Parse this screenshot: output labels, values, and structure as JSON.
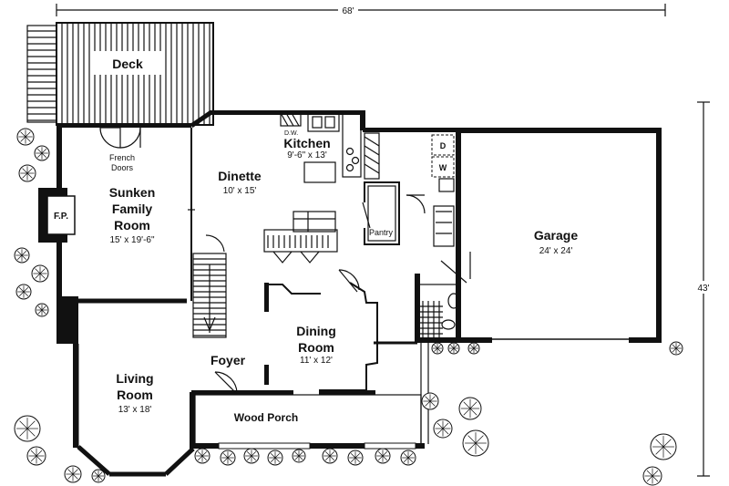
{
  "dimensions": {
    "overall_width": "68'",
    "overall_depth": "43'"
  },
  "rooms": {
    "deck": {
      "name": "Deck"
    },
    "kitchen": {
      "name": "Kitchen",
      "size": "9'-6\" x 13'"
    },
    "dinette": {
      "name": "Dinette",
      "size": "10' x 15'"
    },
    "family_room": {
      "name_line1": "Sunken",
      "name_line2": "Family",
      "name_line3": "Room",
      "size": "15' x 19'-6\""
    },
    "garage": {
      "name": "Garage",
      "size": "24' x 24'"
    },
    "pantry": {
      "name": "Pantry"
    },
    "dining_room": {
      "name_line1": "Dining",
      "name_line2": "Room",
      "size": "11' x 12'"
    },
    "foyer": {
      "name": "Foyer"
    },
    "living_room": {
      "name_line1": "Living",
      "name_line2": "Room",
      "size": "13' x 18'"
    },
    "wood_porch": {
      "name": "Wood Porch"
    }
  },
  "fixtures": {
    "french_doors_line1": "French",
    "french_doors_line2": "Doors",
    "fireplace": "F.P.",
    "dishwasher": "D.W.",
    "dryer": "D",
    "washer": "W"
  }
}
